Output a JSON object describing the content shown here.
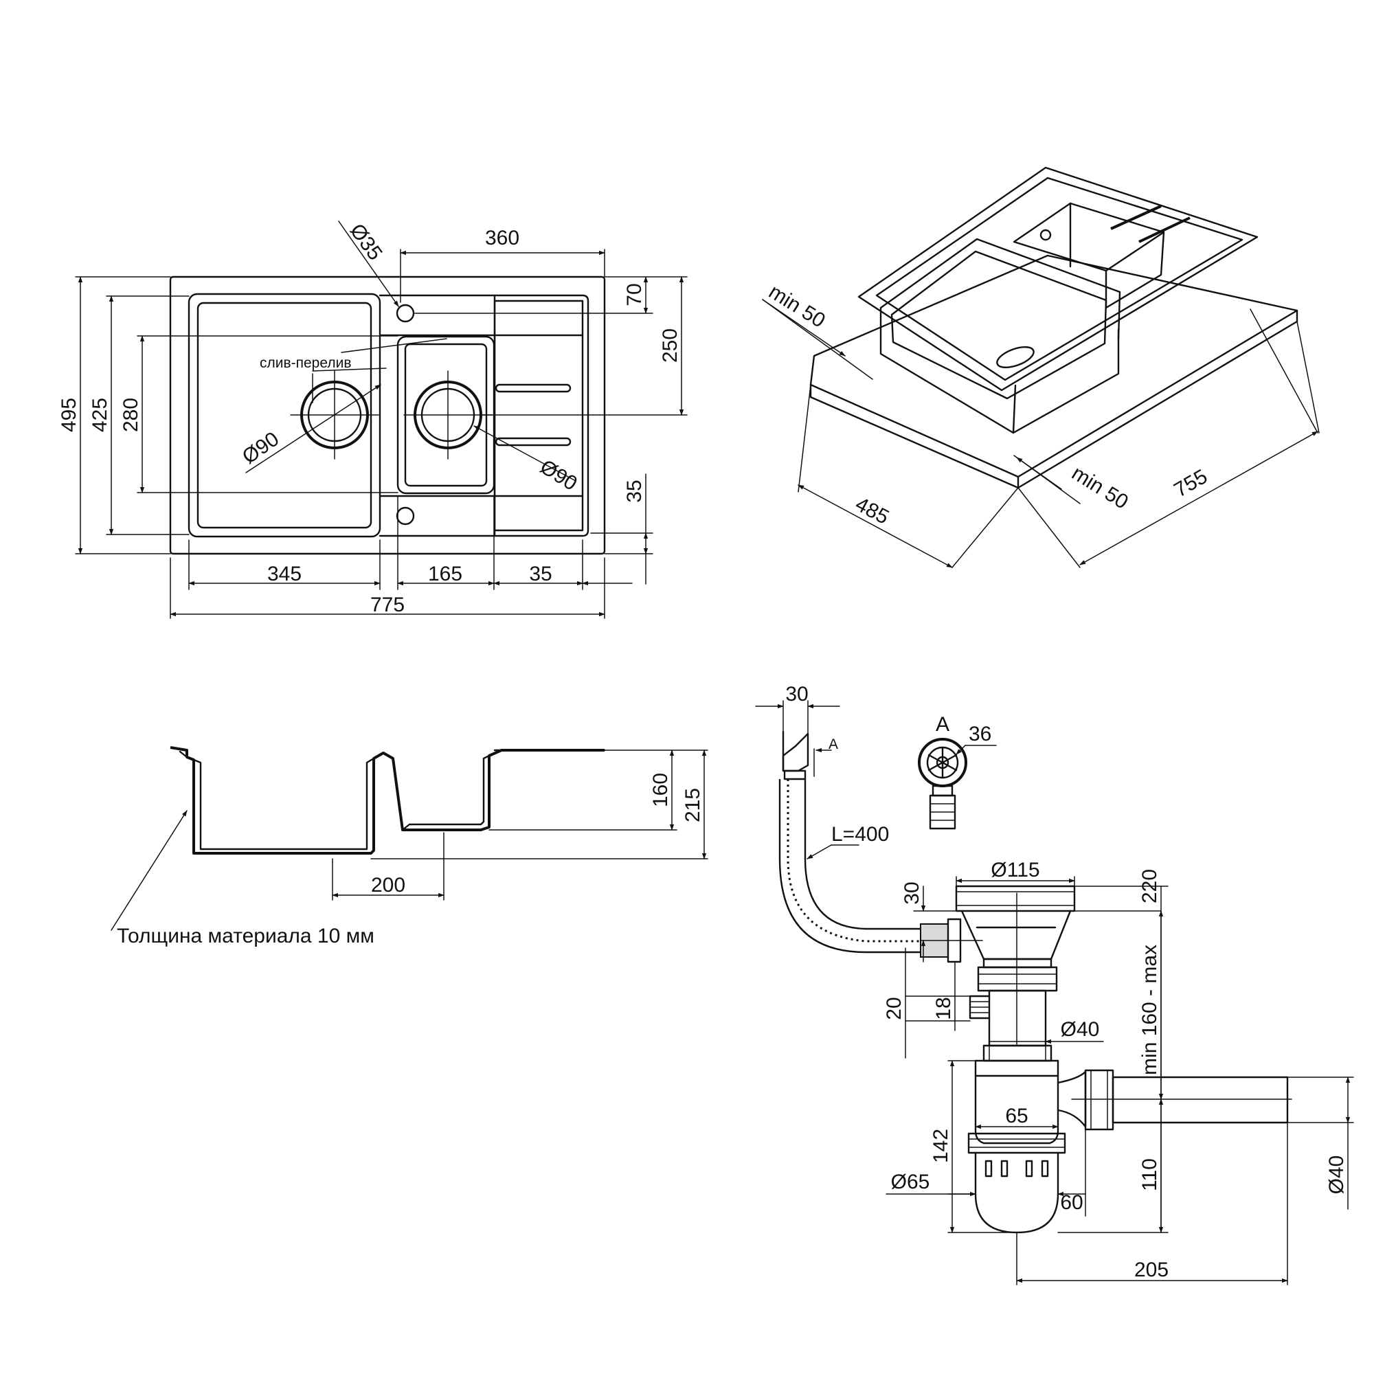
{
  "top_view": {
    "dim_overall_width": "775",
    "dim_bowl_width_large": "345",
    "dim_bowl_width_small": "165",
    "dim_right_margin": "35",
    "dim_overall_depth": "495",
    "dim_bowl_depth_large": "425",
    "dim_bowl_depth_small": "280",
    "dim_drain_offset": "360",
    "dim_top_margin": "70",
    "dim_drain_depth": "250",
    "dim_bottom_margin": "35",
    "dim_overflow_dia": "Ø35",
    "dim_drain_dia_left": "Ø90",
    "dim_drain_dia_right": "Ø90",
    "overflow_label": "слив-перелив"
  },
  "iso_view": {
    "dim_depth": "485",
    "dim_width": "755",
    "dim_clearance_left": "min 50",
    "dim_clearance_right": "min 50"
  },
  "section_view": {
    "dim_small_depth": "160",
    "dim_large_depth": "215",
    "dim_drain_spacing": "200",
    "material_note": "Толщина материала 10 мм"
  },
  "siphon": {
    "dim_overflow_width": "30",
    "section_marker": "A",
    "section_title": "A",
    "dim_grill": "36",
    "hose_length": "L=400",
    "dim_top_dia": "Ø115",
    "dim_top_offset": "30",
    "dim_height_range": "220",
    "dim_height_label": "min 160 - max",
    "dim_nozzle_a": "20",
    "dim_nozzle_b": "18",
    "dim_pipe_dia": "Ø40",
    "dim_trap_height": "142",
    "dim_trap_width": "65",
    "dim_trap_dia": "Ø65",
    "dim_trap_bottom": "60",
    "dim_outlet_height": "110",
    "dim_outlet_dia": "Ø40",
    "dim_outlet_length": "205"
  }
}
